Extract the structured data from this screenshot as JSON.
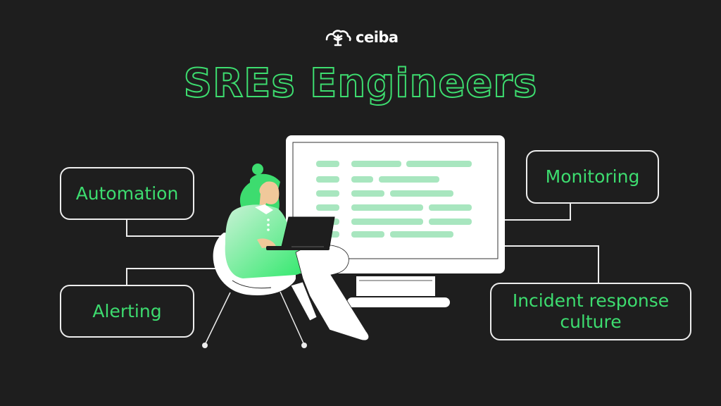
{
  "logo": {
    "icon": "cloud-tree-icon",
    "text": "ceiba"
  },
  "title": "SREs Engineers",
  "nodes": {
    "automation": "Automation",
    "alerting": "Alerting",
    "monitoring": "Monitoring",
    "incident_response": "Incident response culture"
  },
  "illustration": {
    "description": "Woman with green hair sitting in a white chair using a laptop in front of a large monitor showing green code lines",
    "monitor_code_lines": 6
  },
  "colors": {
    "background": "#1e1e1e",
    "accent_green": "#3ddc6f",
    "light_green": "#a8e6bf",
    "line_white": "#ededed"
  }
}
